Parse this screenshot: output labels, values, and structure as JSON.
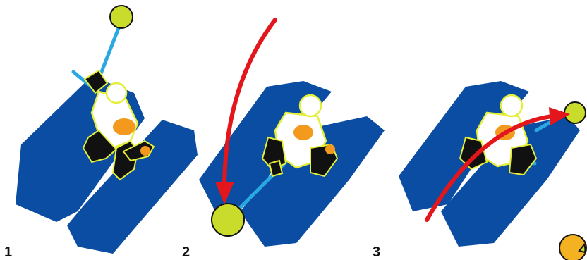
{
  "steps": [
    {
      "number": "1"
    },
    {
      "number": "2"
    },
    {
      "number": "3"
    }
  ],
  "colors": {
    "mat": "#0a4da2",
    "ball": "#c9dc2c",
    "ball_alt": "#f4b223",
    "rope": "#2aa8e2",
    "arrow": "#e3161b",
    "figure_outline": "#e4ef3a",
    "figure_dark": "#111111",
    "figure_accent": "#f39a1e",
    "figure_light": "#ffffff"
  },
  "icons": {
    "ball": "ball-icon",
    "arrow": "curved-arrow-icon",
    "mat": "exercise-mat-icon",
    "person": "kneeling-person-icon"
  }
}
